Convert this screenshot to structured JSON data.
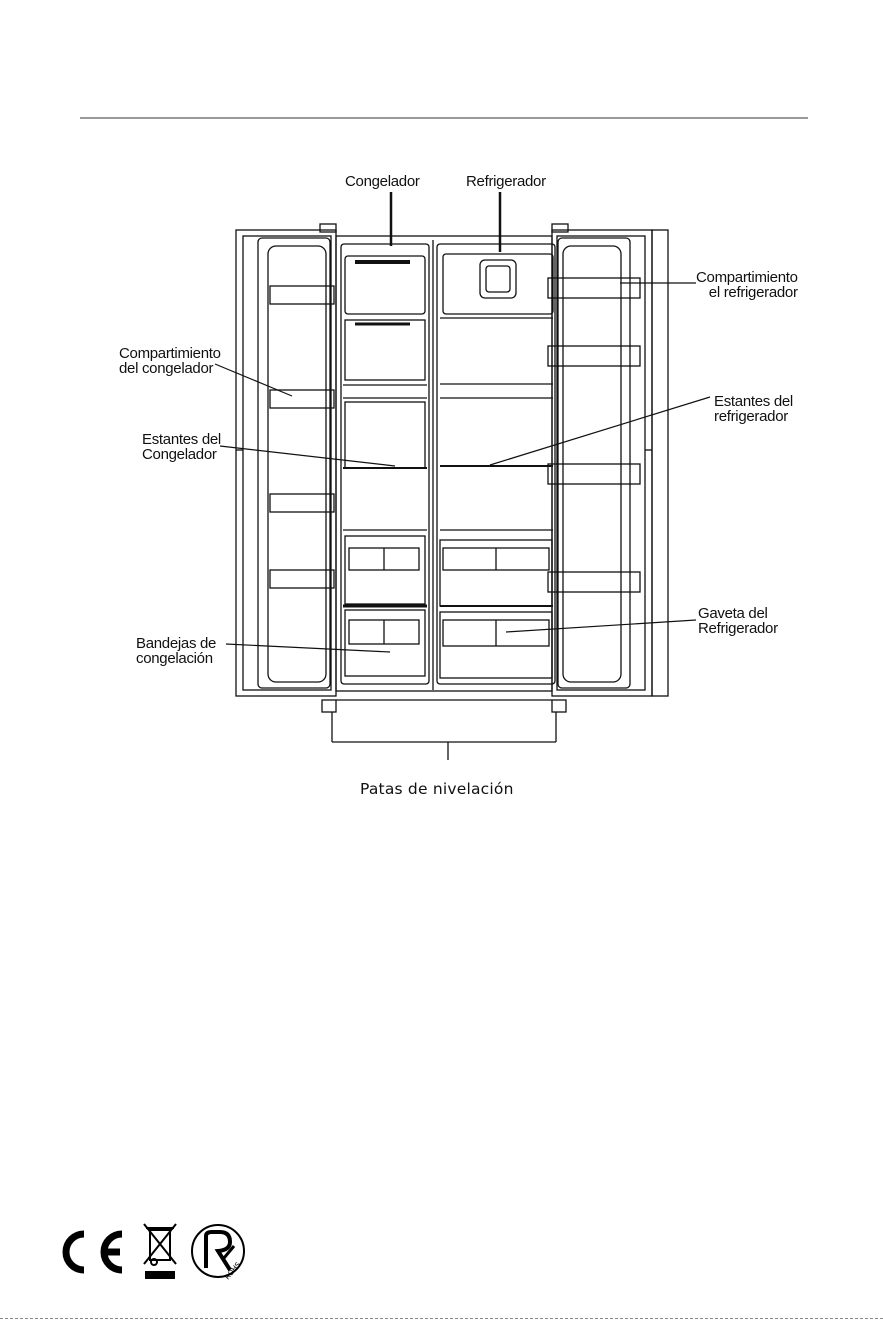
{
  "labels": {
    "freezer": "Congelador",
    "fridge": "Refrigerador",
    "fridge_compartment": [
      "Compartimiento",
      "el refrigerador"
    ],
    "freezer_compartment": [
      "Compartimiento",
      "del congelador"
    ],
    "freezer_shelves": [
      "Estantes del",
      "Congelador"
    ],
    "fridge_shelves": [
      "Estantes del",
      "refrigerador"
    ],
    "freezer_trays": [
      "Bandejas de",
      "congelación"
    ],
    "fridge_drawer": [
      "Gaveta del",
      "Refrigerador"
    ],
    "leveling_legs": "Patas de nivelación"
  },
  "marks": [
    "CE",
    "WEEE",
    "RoHS"
  ],
  "marks_text": {
    "rohs": "ROHS"
  },
  "colors": {
    "line": "#111111",
    "rule": "#9a9a9a"
  }
}
